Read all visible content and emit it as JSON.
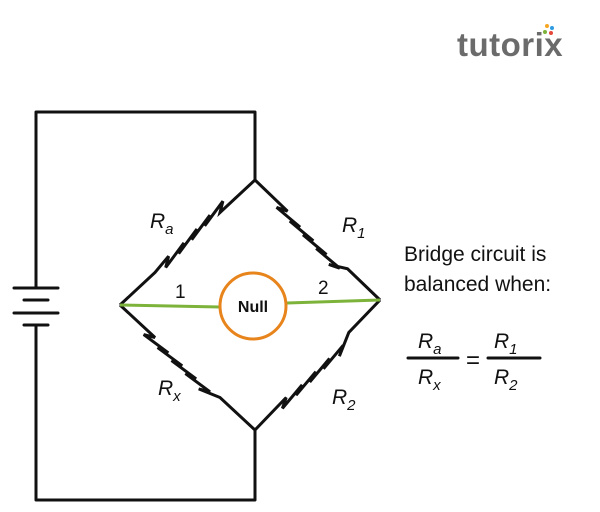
{
  "brand": {
    "name": "tutorix",
    "dot_colors": [
      "#f5a623",
      "#2e9be0",
      "#7db33a",
      "#e5473a"
    ]
  },
  "diagram": {
    "resistors": {
      "ra": {
        "letter": "R",
        "sub": "a"
      },
      "r1": {
        "letter": "R",
        "sub": "1"
      },
      "rx": {
        "letter": "R",
        "sub": "x"
      },
      "r2": {
        "letter": "R",
        "sub": "2"
      }
    },
    "nodes": {
      "left": "1",
      "right": "2"
    },
    "meter_label": "Null",
    "meter_color": "#e8841c",
    "link_color": "#7db33a"
  },
  "caption": {
    "line1": "Bridge circuit is",
    "line2": "balanced when:"
  },
  "equation": {
    "lhs_num": {
      "letter": "R",
      "sub": "a"
    },
    "lhs_den": {
      "letter": "R",
      "sub": "x"
    },
    "equals": "=",
    "rhs_num": {
      "letter": "R",
      "sub": "1"
    },
    "rhs_den": {
      "letter": "R",
      "sub": "2"
    }
  }
}
